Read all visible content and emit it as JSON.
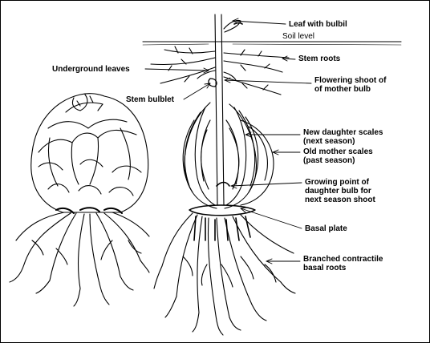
{
  "labels": {
    "leaf_with_bulbil": "Leaf with bulbil",
    "soil_level": "Soil level",
    "stem_roots": "Stem roots",
    "underground_leaves": "Underground leaves",
    "flowering_shoot_1": "Flowering shoot of",
    "flowering_shoot_2": "of mother bulb",
    "stem_bulblet": "Stem bulblet",
    "new_daughter_1": "New daughter scales",
    "new_daughter_2": "(next season)",
    "old_mother_1": "Old mother scales",
    "old_mother_2": "(past season)",
    "growing_point_1": "Growing point of",
    "growing_point_2": "daughter bulb for",
    "growing_point_3": "next season shoot",
    "basal_plate": "Basal plate",
    "branched_1": "Branched contractile",
    "branched_2": "basal roots"
  },
  "colors": {
    "ink": "#000000",
    "paper": "#ffffff"
  }
}
